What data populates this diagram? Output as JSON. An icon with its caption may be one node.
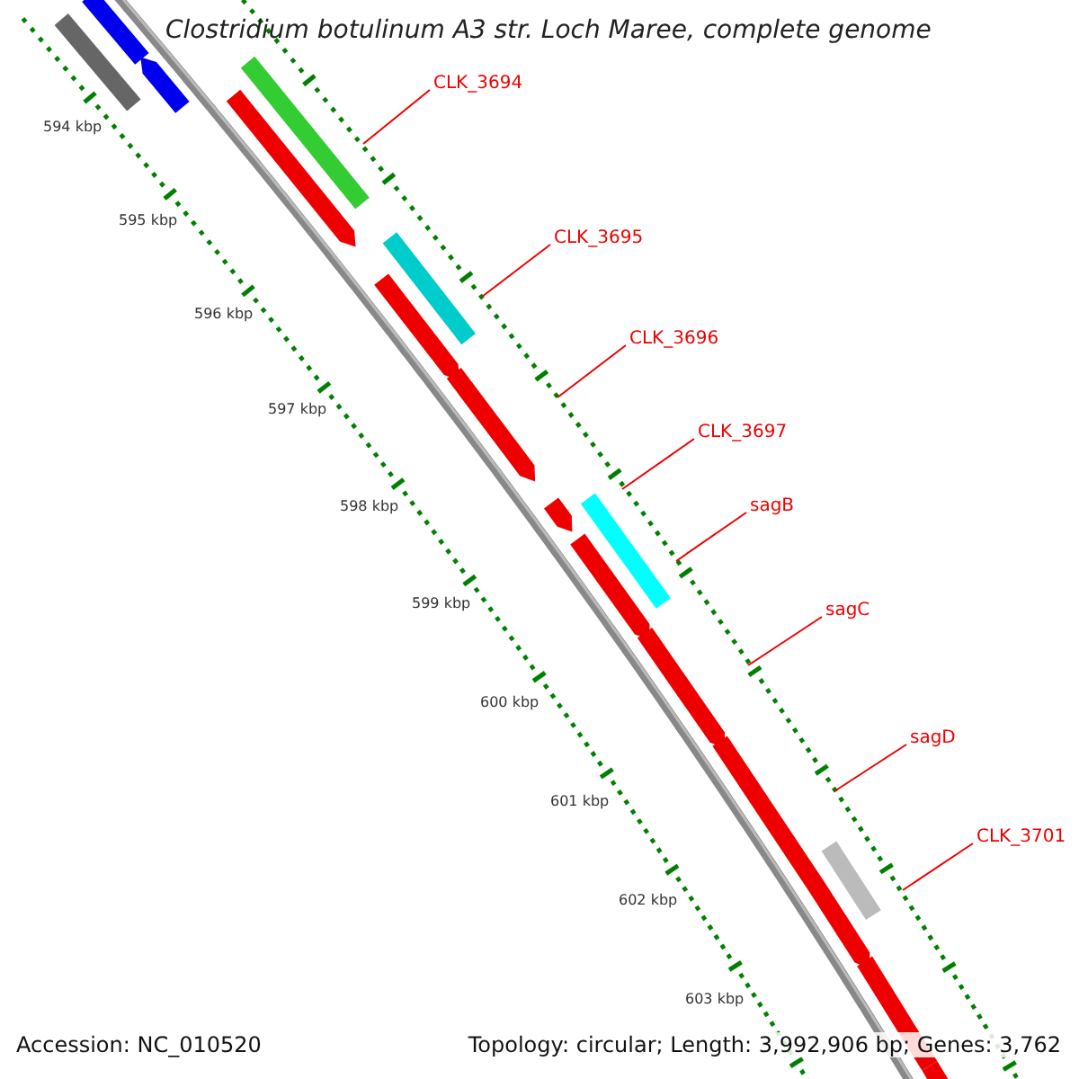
{
  "diagram": {
    "title": "Clostridium botulinum A3 str. Loch Maree, complete genome",
    "nodes": [
      {
        "text": [
          "CLK_3694"
        ]
      },
      {
        "text": [
          "CLK_3695"
        ]
      },
      {
        "text": [
          "CLK_3696"
        ]
      },
      {
        "text": [
          "CLK_3697"
        ]
      },
      {
        "text": [
          "sagB"
        ]
      },
      {
        "text": [
          "sagC"
        ]
      },
      {
        "text": [
          "sagD"
        ]
      },
      {
        "text": [
          "CLK_3701"
        ]
      }
    ],
    "edges": [
      {
        "from": 0,
        "to": null,
        "arrow": "none"
      },
      {
        "from": 1,
        "to": null,
        "arrow": "none"
      },
      {
        "from": 2,
        "to": null,
        "arrow": "none"
      },
      {
        "from": 3,
        "to": null,
        "arrow": "none"
      },
      {
        "from": 4,
        "to": null,
        "arrow": "none"
      },
      {
        "from": 5,
        "to": null,
        "arrow": "none"
      },
      {
        "from": 6,
        "to": null,
        "arrow": "none"
      },
      {
        "from": 7,
        "to": null,
        "arrow": "none"
      }
    ],
    "labels": [
      "594 kbp",
      "595 kbp",
      "596 kbp",
      "597 kbp",
      "598 kbp",
      "599 kbp",
      "600 kbp",
      "601 kbp",
      "602 kbp",
      "603 kbp",
      "Accession: NC_010520",
      "Topology: circular; Length: 3,992,906 bp; Genes: 3,762"
    ]
  }
}
